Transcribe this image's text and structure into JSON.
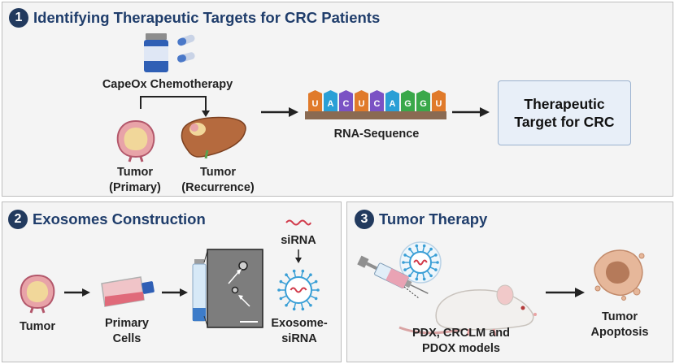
{
  "panel1": {
    "number": "1",
    "title": "Identifying Therapeutic Targets for CRC Patients",
    "chemo_label": "CapeOx Chemotherapy",
    "tumor_primary": [
      "Tumor",
      "(Primary)"
    ],
    "tumor_recurrence": [
      "Tumor",
      "(Recurrence)"
    ],
    "rna_letters": [
      "U",
      "A",
      "C",
      "U",
      "C",
      "A",
      "G",
      "G",
      "U"
    ],
    "rna_colors": [
      "#e07a2a",
      "#2a9fd6",
      "#7a52c4",
      "#e07a2a",
      "#7a52c4",
      "#2a9fd6",
      "#3aa84a",
      "#3aa84a",
      "#e07a2a"
    ],
    "rna_label": "RNA-Sequence",
    "target_label": [
      "Therapeutic",
      "Target for CRC"
    ]
  },
  "panel2": {
    "number": "2",
    "title": "Exosomes Construction",
    "tumor_label": "Tumor",
    "cells_label": [
      "Primary",
      "Cells"
    ],
    "sirna_label": "siRNA",
    "exosome_label": [
      "Exosome-",
      "siRNA"
    ]
  },
  "panel3": {
    "number": "3",
    "title": "Tumor Therapy",
    "models_label": [
      "PDX, CRCLM and",
      "PDOX models"
    ],
    "apoptosis_label": [
      "Tumor",
      "Apoptosis"
    ]
  },
  "colors": {
    "title_blue": "#1f3d6b",
    "badge": "#223a5e",
    "target_fill": "#e8eff8",
    "arrow": "#222222"
  }
}
